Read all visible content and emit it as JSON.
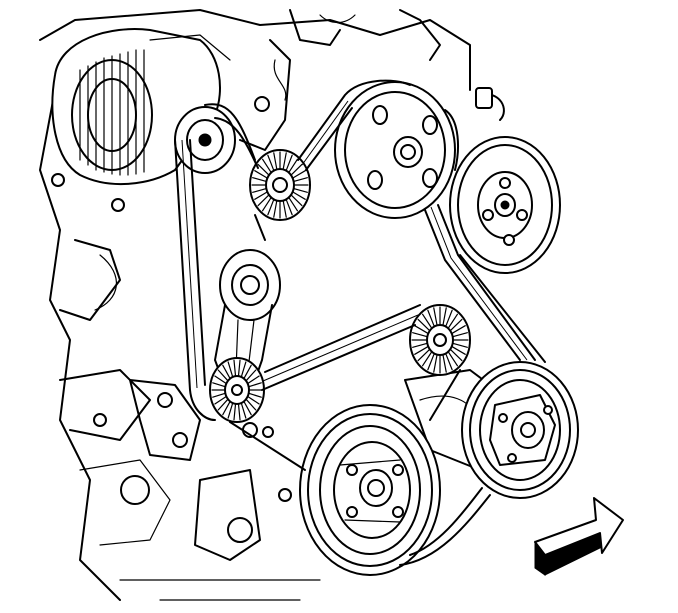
{
  "diagram": {
    "subject": "serpentine-drive-belt-routing",
    "colors": {
      "line": "#000000",
      "background": "#ffffff"
    },
    "components": [
      {
        "id": "generator",
        "icon": "generator-icon"
      },
      {
        "id": "upper-tensioner",
        "icon": "tensioner-pulley-icon"
      },
      {
        "id": "idler-upper",
        "icon": "idler-pulley-icon"
      },
      {
        "id": "power-steering-pump",
        "icon": "pulley-icon"
      },
      {
        "id": "water-pump",
        "icon": "pulley-icon"
      },
      {
        "id": "belt-tensioner",
        "icon": "tensioner-icon"
      },
      {
        "id": "lower-idler",
        "icon": "idler-pulley-icon"
      },
      {
        "id": "crankshaft-balancer",
        "icon": "pulley-icon"
      },
      {
        "id": "ac-compressor",
        "icon": "pulley-icon"
      },
      {
        "id": "front-of-vehicle-arrow",
        "icon": "direction-arrow-icon"
      }
    ]
  }
}
